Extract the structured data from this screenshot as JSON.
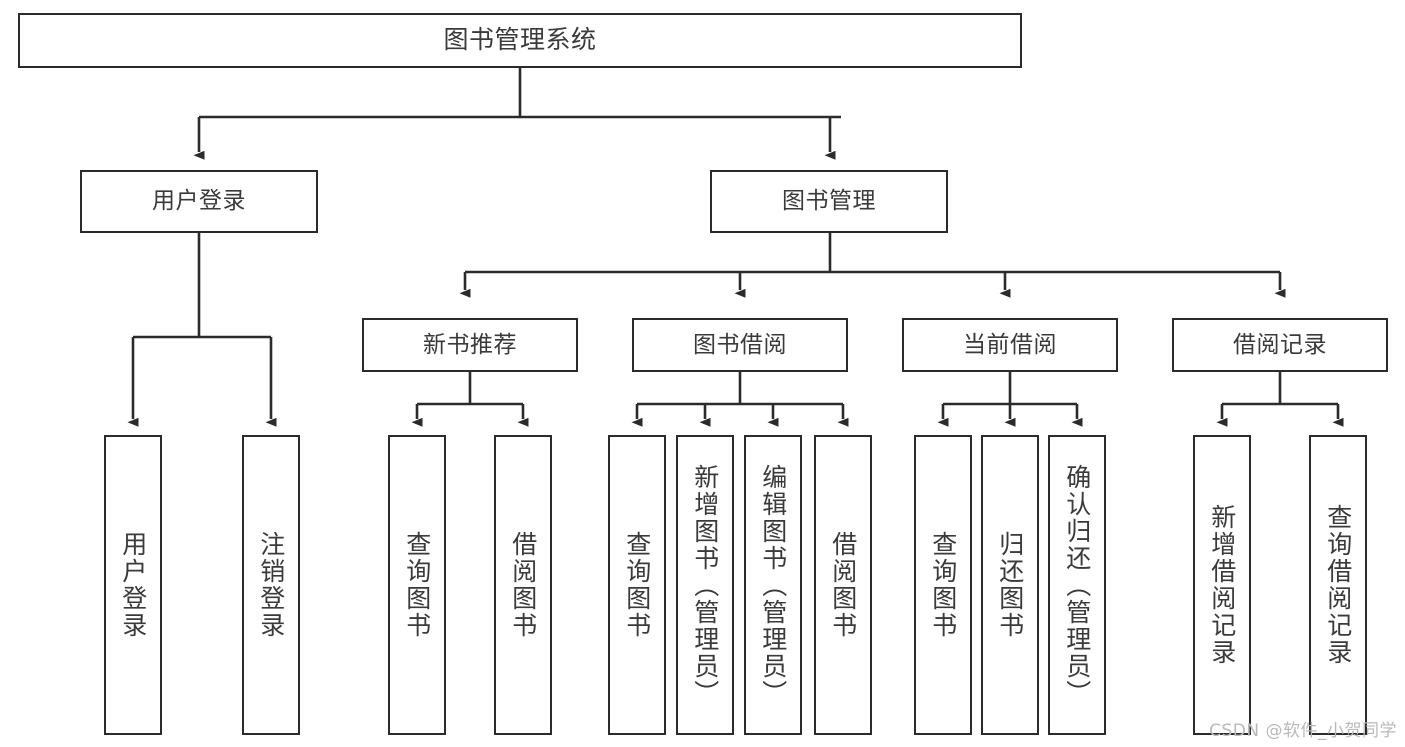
{
  "diagram": {
    "title": "图书管理系统",
    "type": "tree",
    "line_color": "#2b2b2b",
    "text_color": "#3a3a3a",
    "background_color": "#ffffff",
    "watermark": "CSDN @软件_小贺同学",
    "nodes": {
      "root": {
        "label": "图书管理系统"
      },
      "level2": [
        {
          "label": "用户登录"
        },
        {
          "label": "图书管理"
        }
      ],
      "level3": [
        {
          "label": "新书推荐"
        },
        {
          "label": "图书借阅"
        },
        {
          "label": "当前借阅"
        },
        {
          "label": "借阅记录"
        }
      ],
      "leaves": {
        "user_login": [
          {
            "label": "用户登录"
          },
          {
            "label": "注销登录"
          }
        ],
        "new_book_recommend": [
          {
            "label": "查询图书"
          },
          {
            "label": "借阅图书"
          }
        ],
        "book_borrow": [
          {
            "label": "查询图书"
          },
          {
            "label": "新增图书（管理员）"
          },
          {
            "label": "编辑图书（管理员）"
          },
          {
            "label": "借阅图书"
          }
        ],
        "current_borrow": [
          {
            "label": "查询图书"
          },
          {
            "label": "归还图书"
          },
          {
            "label": "确认归还（管理员）"
          }
        ],
        "borrow_record": [
          {
            "label": "新增借阅记录"
          },
          {
            "label": "查询借阅记录"
          }
        ]
      }
    }
  }
}
